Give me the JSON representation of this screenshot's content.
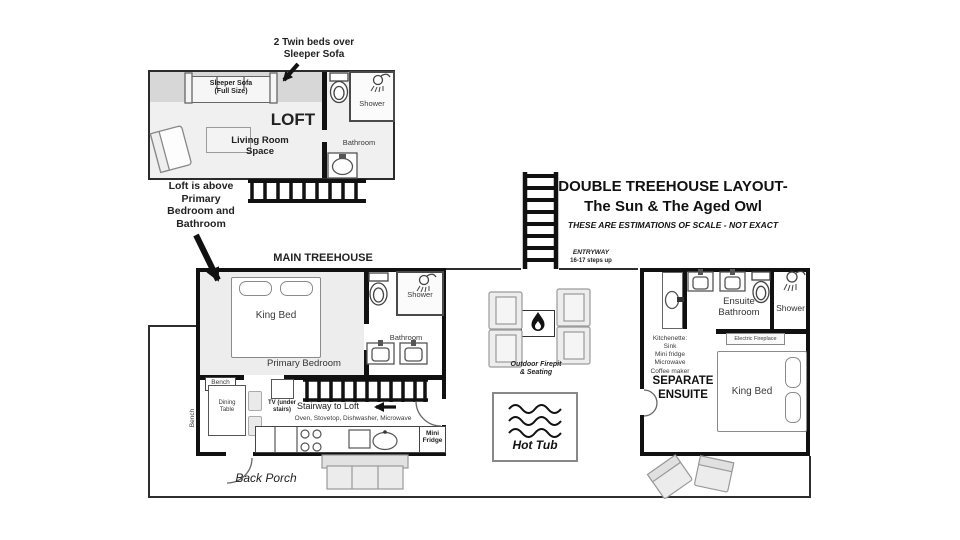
{
  "colors": {
    "wall": "#111111",
    "deck_line": "#2e2e2e",
    "bedroom_fill": "#ededed",
    "loft_fill": "#f0f0f0",
    "sofa_band": "#d7d7d7",
    "furniture_fill": "#ececec"
  },
  "title": {
    "line1": "DOUBLE TREEHOUSE LAYOUT-",
    "line2": "The Sun & The Aged Owl",
    "disclaimer": "THESE ARE ESTIMATIONS OF SCALE - NOT EXACT"
  },
  "notes": {
    "twin_beds_line1": "2 Twin beds  over",
    "twin_beds_line2": "Sleeper Sofa",
    "loft_above": [
      "Loft is above",
      "Primary",
      "Bedroom and",
      "Bathroom"
    ],
    "entryway_label": "ENTRYWAY",
    "entryway_sub": "16-17 steps up"
  },
  "loft": {
    "name": "LOFT",
    "sofa_line1": "Sleeper Sofa",
    "sofa_line2": "(Full Size)",
    "living_line1": "Living Room",
    "living_line2": "Space",
    "shower": "Shower",
    "bathroom": "Bathroom"
  },
  "main": {
    "label": "MAIN TREEHOUSE",
    "king_bed": "King Bed",
    "primary_bedroom": "Primary Bedroom",
    "shower": "Shower",
    "bathroom": "Bathroom",
    "bench_top": "Bench",
    "bench_side": "Bench",
    "dining_line1": "Dining",
    "dining_line2": "Table",
    "tv_line1": "TV (under",
    "tv_line2": "stairs)",
    "stairway": "Stairway to Loft",
    "appliances": "Oven, Stovetop, Dishwasher, Microwave",
    "fridge_line1": "Mini",
    "fridge_line2": "Fridge",
    "back_porch": "Back Porch"
  },
  "outdoor": {
    "firepit_line1": "Outdoor Firepit",
    "firepit_line2": "& Seating",
    "hot_tub": "Hot Tub"
  },
  "ensuite": {
    "label_line1": "SEPARATE",
    "label_line2": "ENSUITE",
    "bath_line1": "Ensuite",
    "bath_line2": "Bathroom",
    "shower": "Shower",
    "king_bed": "King Bed",
    "fireplace": "Electric Fireplace",
    "kitchenette": [
      "Kitchenette:",
      "Sink",
      "Mini fridge",
      "Microwave",
      "Coffee maker"
    ]
  }
}
